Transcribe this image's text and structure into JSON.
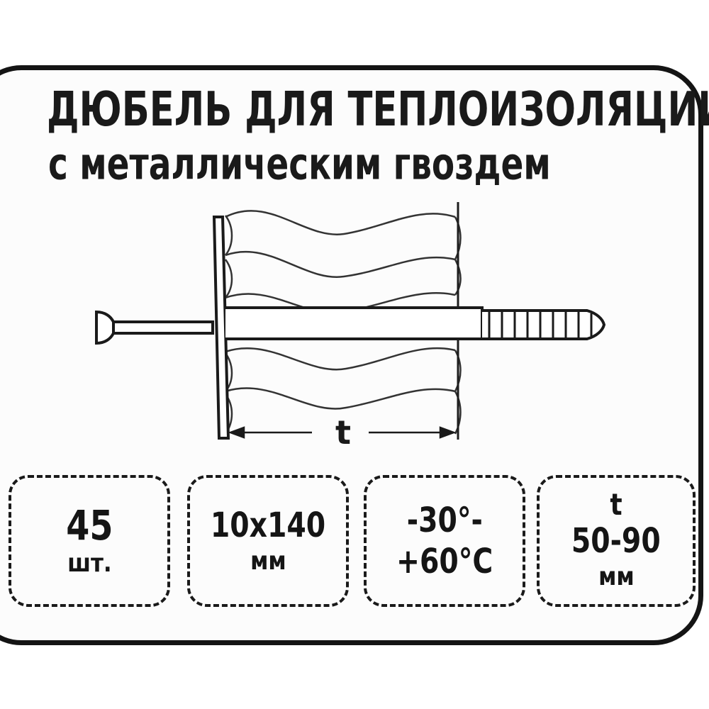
{
  "title": {
    "line1": "ДЮБЕЛЬ ДЛЯ ТЕПЛОИЗОЛЯЦИИ",
    "line2": "с металлическим гвоздем"
  },
  "diagram": {
    "dimension_label": "t"
  },
  "specs": [
    {
      "value": "45",
      "unit": "шт."
    },
    {
      "value": "10x140",
      "unit": "мм"
    },
    {
      "value_line1": "-30°-",
      "value_line2": "+60°C"
    },
    {
      "label": "t",
      "value": "50-90",
      "unit": "мм"
    }
  ],
  "colors": {
    "ink": "#141414",
    "paper": "#ffffff"
  }
}
